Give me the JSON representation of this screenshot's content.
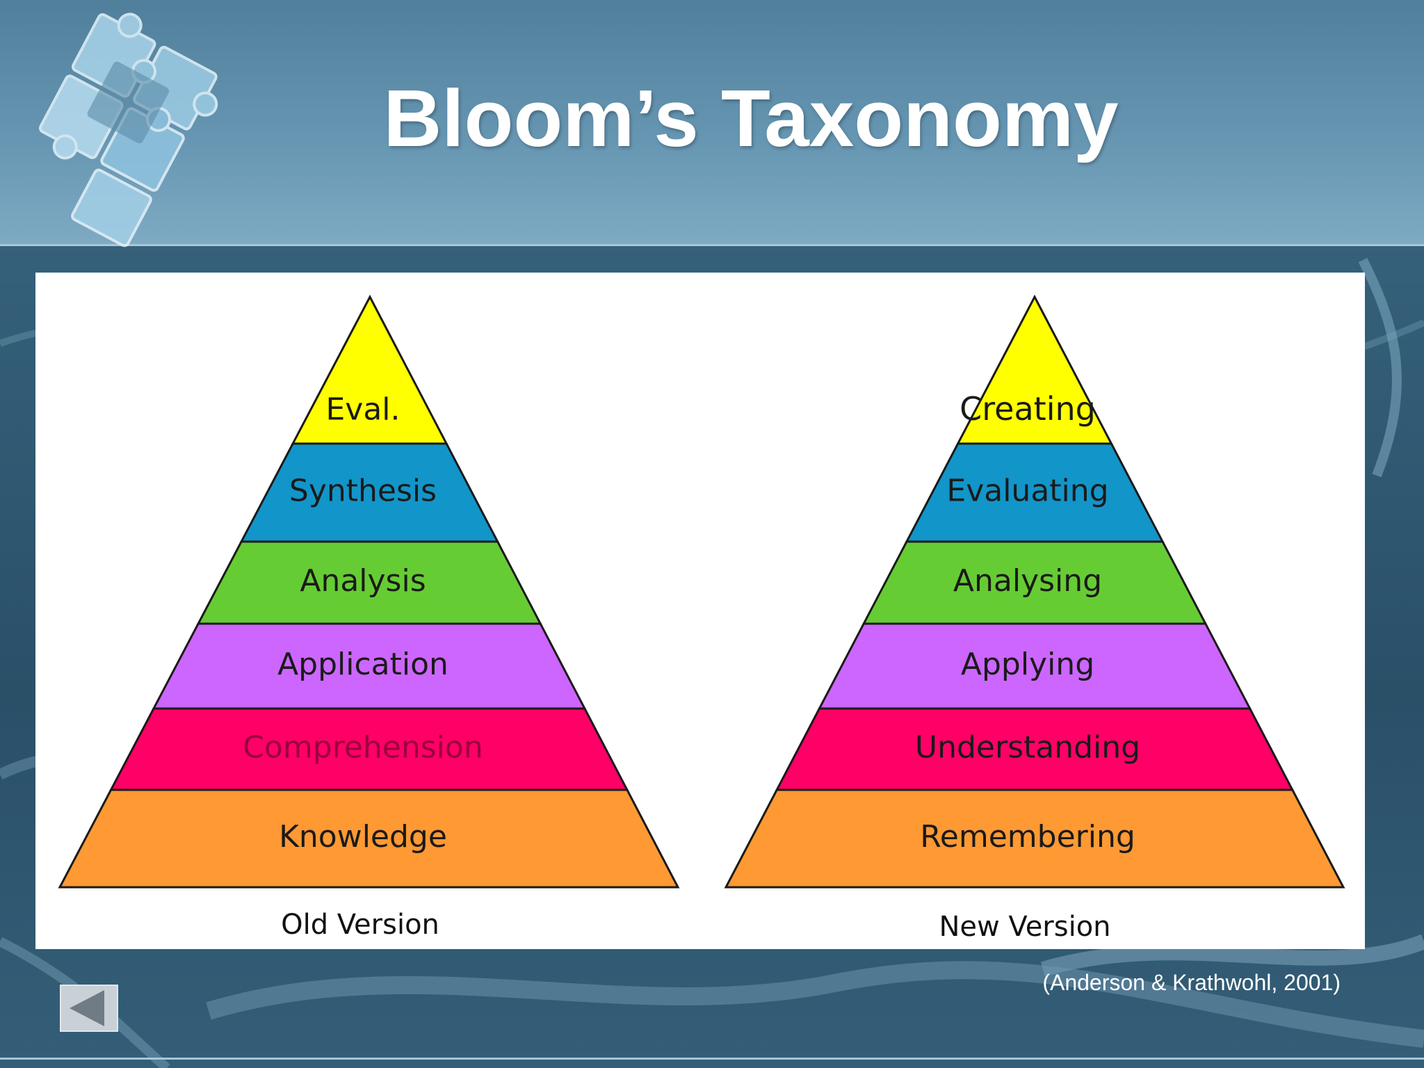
{
  "slide": {
    "title": "Bloom’s Taxonomy",
    "citation": "(Anderson & Krathwohl, 2001)"
  },
  "old_pyramid": {
    "caption": "Old Version",
    "levels": [
      {
        "label": "Eval.",
        "color": "#ffff00",
        "text_color": "#1a1a1a"
      },
      {
        "label": "Synthesis",
        "color": "#1295c9",
        "text_color": "#1a1a1a"
      },
      {
        "label": "Analysis",
        "color": "#66cc33",
        "text_color": "#1a1a1a"
      },
      {
        "label": "Application",
        "color": "#cc66ff",
        "text_color": "#1a1a1a"
      },
      {
        "label": "Comprehension",
        "color": "#ff0066",
        "text_color": "#99003d"
      },
      {
        "label": "Knowledge",
        "color": "#ff9933",
        "text_color": "#1a1a1a"
      }
    ]
  },
  "new_pyramid": {
    "caption": "New Version",
    "levels": [
      {
        "label": "Creating",
        "color": "#ffff00",
        "text_color": "#1a1a1a"
      },
      {
        "label": "Evaluating",
        "color": "#1295c9",
        "text_color": "#1a1a1a"
      },
      {
        "label": "Analysing",
        "color": "#66cc33",
        "text_color": "#1a1a1a"
      },
      {
        "label": "Applying",
        "color": "#cc66ff",
        "text_color": "#1a1a1a"
      },
      {
        "label": "Understanding",
        "color": "#ff0066",
        "text_color": "#1a1a1a"
      },
      {
        "label": "Remembering",
        "color": "#ff9933",
        "text_color": "#1a1a1a"
      }
    ]
  },
  "nav": {
    "back_icon": "triangle-left-icon"
  },
  "theme": {
    "outline": "#1a1a1a",
    "title_color": "#ffffff",
    "panel_color": "#ffffff"
  }
}
